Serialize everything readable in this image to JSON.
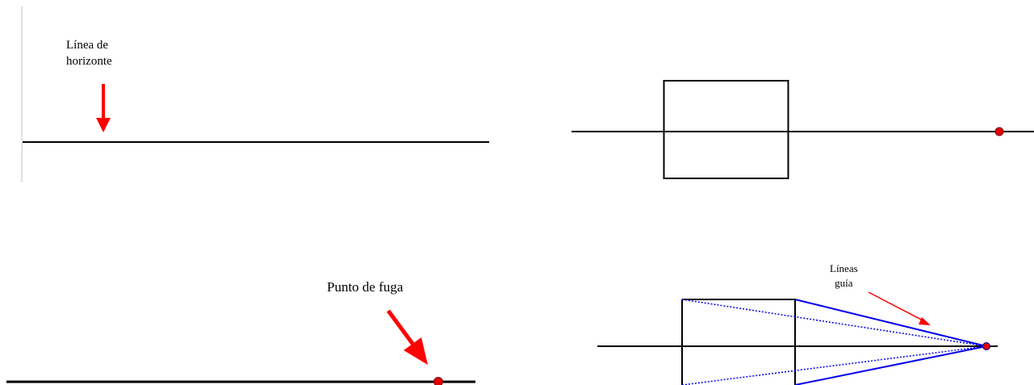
{
  "panel1": {
    "label_line1": "Línea de",
    "label_line2": "horizonte"
  },
  "panel3": {
    "label": "Punto de fuga"
  },
  "panel4": {
    "label_line1": "Líneas",
    "label_line2": "guía"
  },
  "colors": {
    "line": "#000000",
    "arrow": "#ff0000",
    "vanishing_point": "#e00000",
    "guide_lines": "#0000ee",
    "divider": "#c0c0c0"
  }
}
